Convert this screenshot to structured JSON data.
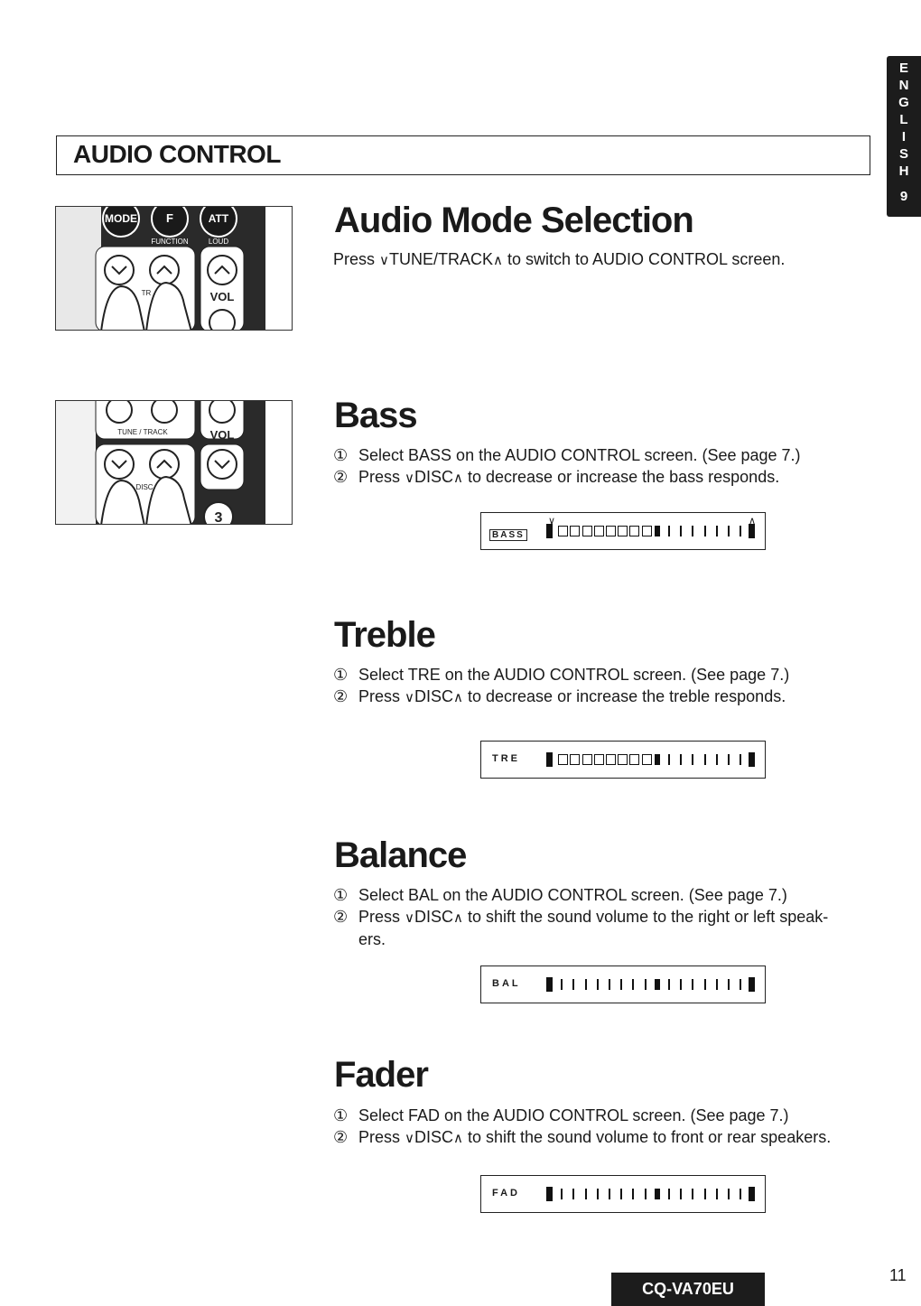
{
  "side_tab": {
    "letters": [
      "E",
      "N",
      "G",
      "L",
      "I",
      "S",
      "H"
    ],
    "page": "9"
  },
  "header": {
    "title": "AUDIO CONTROL"
  },
  "remote_top": {
    "labels": {
      "mode": "MODE",
      "f": "F",
      "att": "ATT",
      "function": "FUNCTION",
      "loud": "LOUD",
      "tr": "TR",
      "vol": "VOL"
    }
  },
  "remote_bottom": {
    "labels": {
      "tune_track": "TUNE / TRACK",
      "vol": "VOL",
      "disc": "DISC",
      "three": "3"
    }
  },
  "sections": {
    "mode": {
      "heading": "Audio Mode Selection",
      "line_pre": "Press ",
      "down": "∨",
      "key": "TUNE/TRACK",
      "up": "∧",
      "line_post": "  to switch to AUDIO CONTROL screen."
    },
    "bass": {
      "heading": "Bass",
      "step1_num": "①",
      "step1": "Select BASS on the AUDIO CONTROL screen.  (See page 7.)",
      "step2_num": "②",
      "step2_pre": "Press ",
      "down": "∨",
      "key": "DISC",
      "up": "∧",
      "step2_post": "  to decrease or increase the bass responds.",
      "display_label": "BASS",
      "display_down": "∨",
      "display_up": "∧"
    },
    "treble": {
      "heading": "Treble",
      "step1_num": "①",
      "step1": "Select TRE on the AUDIO CONTROL screen. (See page 7.)",
      "step2_num": "②",
      "step2_pre": "Press ",
      "down": "∨",
      "key": "DISC",
      "up": "∧",
      "step2_post": "  to decrease or increase the treble responds.",
      "display_label": "TRE"
    },
    "balance": {
      "heading": "Balance",
      "step1_num": "①",
      "step1": "Select BAL on the AUDIO CONTROL screen. (See page 7.)",
      "step2_num": "②",
      "step2_pre": "Press ",
      "down": "∨",
      "key": "DISC",
      "up": "∧",
      "step2_post": "  to shift the sound volume to the right or left speak-",
      "step2_cont": "ers.",
      "display_label": "BAL"
    },
    "fader": {
      "heading": "Fader",
      "step1_num": "①",
      "step1": "Select FAD on the AUDIO CONTROL screen. (See page 7.)",
      "step2_num": "②",
      "step2_pre": "Press ",
      "down": "∨",
      "key": "DISC",
      "up": "∧",
      "step2_post": "  to shift the sound volume to front or rear speakers.",
      "display_label": "FAD"
    }
  },
  "footer": {
    "model": "CQ-VA70EU",
    "page": "11"
  }
}
